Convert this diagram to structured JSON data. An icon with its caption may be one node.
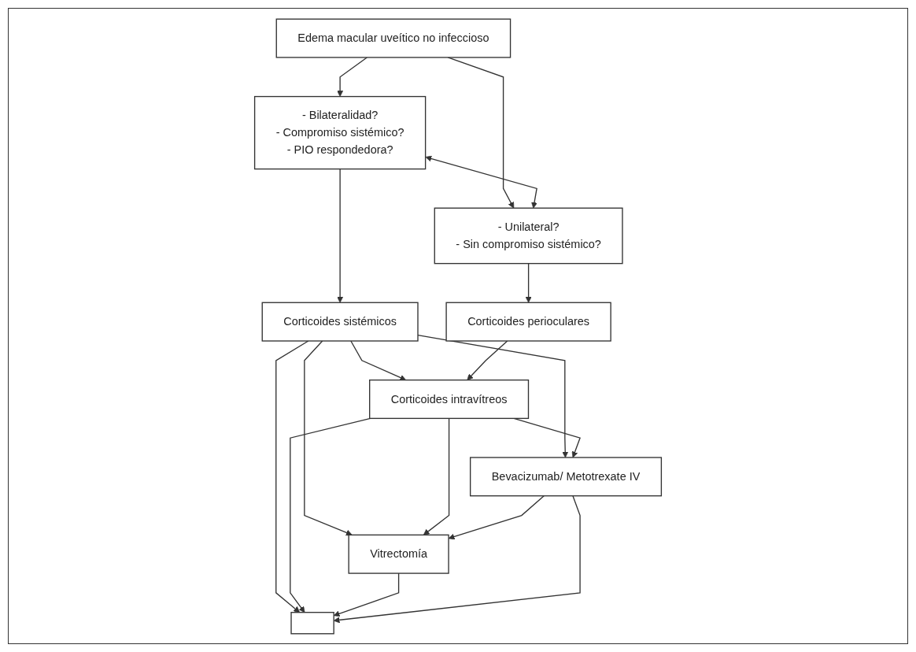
{
  "diagram": {
    "nodes": [
      {
        "text": [
          "Edema macular uveítico no infeccioso"
        ]
      },
      {
        "text": [
          "- Bilateralidad?",
          "- Compromiso sistémico?",
          "- PIO respondedora?"
        ]
      },
      {
        "text": [
          "- Unilateral?",
          "- Sin compromiso sistémico?"
        ]
      },
      {
        "text": [
          "Corticoides sistémicos"
        ]
      },
      {
        "text": [
          "Corticoides perioculares"
        ]
      },
      {
        "text": [
          "Corticoides intravítreos"
        ]
      },
      {
        "text": [
          "Bevacizumab/ Metotrexate IV"
        ]
      },
      {
        "text": [
          "Vitrectomía"
        ]
      },
      {
        "text": [],
        "shape": "box"
      }
    ],
    "edges": [
      {
        "from": 0,
        "to": 1,
        "arrow": "to"
      },
      {
        "from": 0,
        "to": 2,
        "arrow": "to"
      },
      {
        "from": 1,
        "to": 2,
        "arrow": "both"
      },
      {
        "from": 1,
        "to": 3,
        "arrow": "to"
      },
      {
        "from": 2,
        "to": 4,
        "arrow": "to"
      },
      {
        "from": 3,
        "to": 5,
        "arrow": "to"
      },
      {
        "from": 4,
        "to": 5,
        "arrow": "to"
      },
      {
        "from": 3,
        "to": 6,
        "arrow": "to"
      },
      {
        "from": 3,
        "to": 7,
        "arrow": "to"
      },
      {
        "from": 3,
        "to": 8,
        "arrow": "to"
      },
      {
        "from": 5,
        "to": 6,
        "arrow": "to"
      },
      {
        "from": 5,
        "to": 7,
        "arrow": "to"
      },
      {
        "from": 5,
        "to": 8,
        "arrow": "to"
      },
      {
        "from": 6,
        "to": 7,
        "arrow": "to"
      },
      {
        "from": 7,
        "to": 8,
        "arrow": "to"
      },
      {
        "from": 6,
        "to": 8,
        "arrow": "to"
      }
    ]
  }
}
